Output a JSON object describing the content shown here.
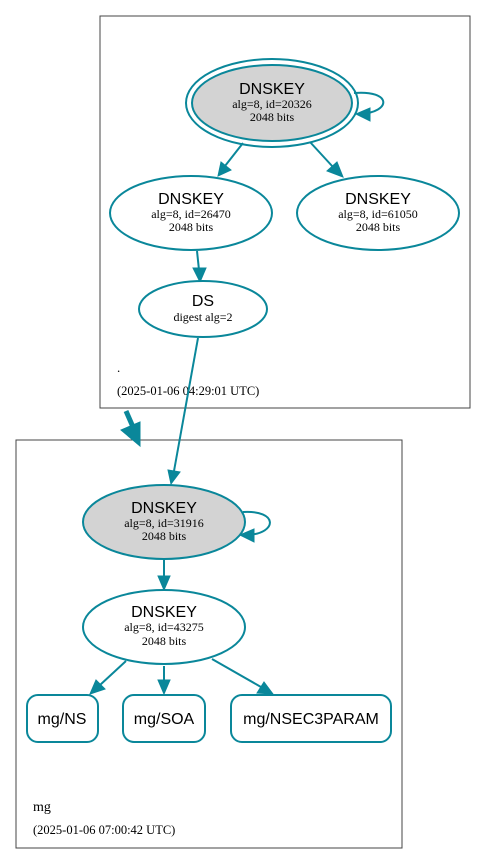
{
  "colors": {
    "edge": "#0a879a",
    "cluster_border": "#444444",
    "node_fill_key": "#d3d3d3",
    "node_fill_plain": "#ffffff"
  },
  "root_zone": {
    "name": ".",
    "timestamp": "(2025-01-06 04:29:01 UTC)",
    "ksk": {
      "title": "DNSKEY",
      "line1": "alg=8, id=20326",
      "line2": "2048 bits"
    },
    "zsk_a": {
      "title": "DNSKEY",
      "line1": "alg=8, id=26470",
      "line2": "2048 bits"
    },
    "zsk_b": {
      "title": "DNSKEY",
      "line1": "alg=8, id=61050",
      "line2": "2048 bits"
    },
    "ds": {
      "title": "DS",
      "line1": "digest alg=2"
    }
  },
  "mg_zone": {
    "name": "mg",
    "timestamp": "(2025-01-06 07:00:42 UTC)",
    "ksk": {
      "title": "DNSKEY",
      "line1": "alg=8, id=31916",
      "line2": "2048 bits"
    },
    "zsk": {
      "title": "DNSKEY",
      "line1": "alg=8, id=43275",
      "line2": "2048 bits"
    },
    "records": {
      "ns": "mg/NS",
      "soa": "mg/SOA",
      "nsec3param": "mg/NSEC3PARAM"
    }
  }
}
